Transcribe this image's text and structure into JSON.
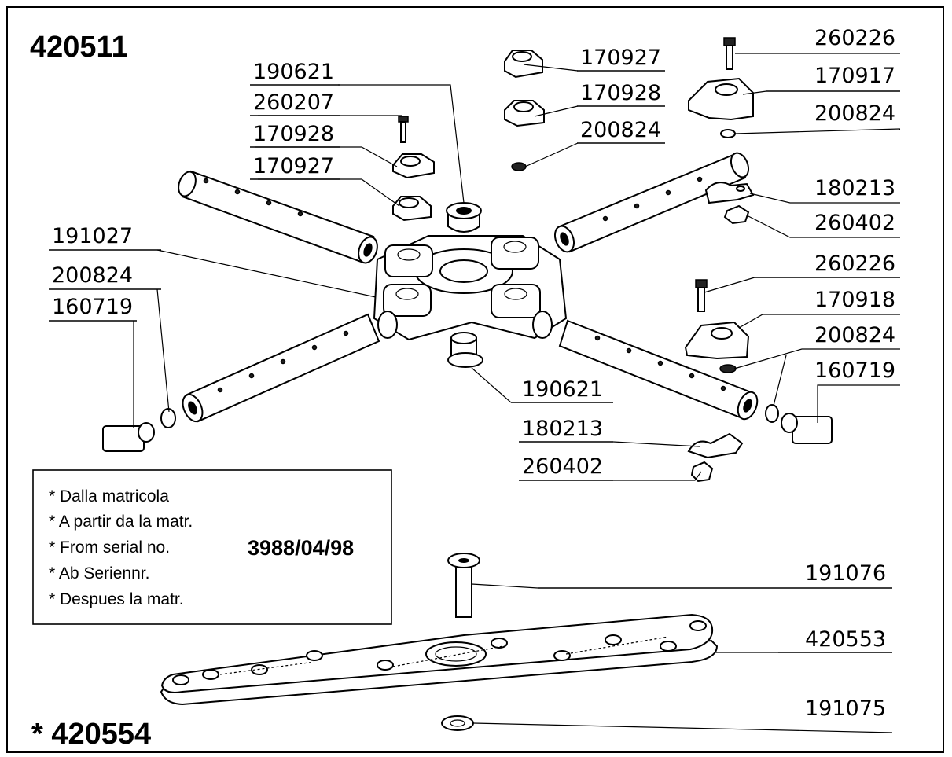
{
  "assembly_number": "420511",
  "alt_assembly_number": "* 420554",
  "note": {
    "lines": [
      "* Dalla matricola",
      "* A partir da la matr.",
      "* From serial no.",
      "* Ab Seriennr.",
      "* Despues la matr."
    ],
    "serial": "3988/04/98"
  },
  "part_labels": {
    "p190621_top": "190621",
    "p260207": "260207",
    "p170928_left": "170928",
    "p170927_left": "170927",
    "p191027": "191027",
    "p200824_left": "200824",
    "p160719_left": "160719",
    "p170927_top": "170927",
    "p170928_top": "170928",
    "p200824_top": "200824",
    "p260226_top": "260226",
    "p170917": "170917",
    "p200824_right": "200824",
    "p180213_right": "180213",
    "p260402_right": "260402",
    "p260226_mid": "260226",
    "p170918": "170918",
    "p200824_right2": "200824",
    "p160719_right": "160719",
    "p190621_bottom": "190621",
    "p180213_bottom": "180213",
    "p260402_bottom": "260402",
    "p191076": "191076",
    "p420553": "420553",
    "p191075": "191075"
  }
}
